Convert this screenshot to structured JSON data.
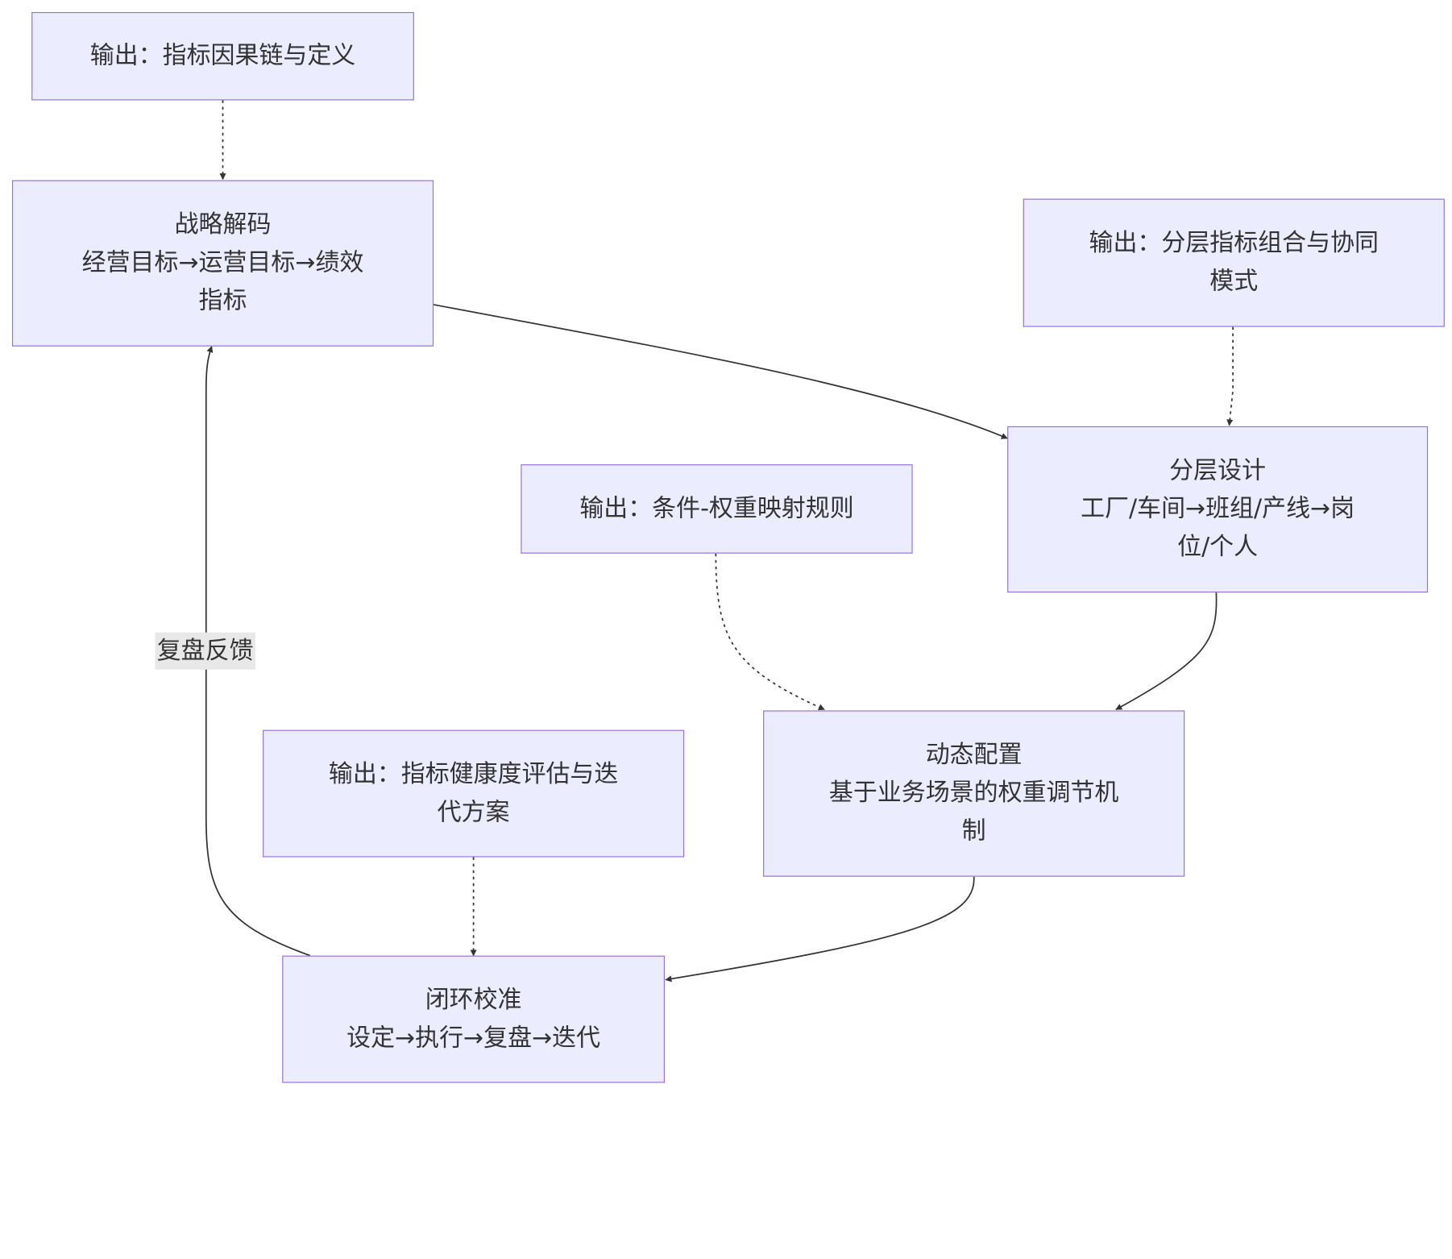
{
  "nodes": {
    "strategy_output": {
      "lines": [
        "输出：指标因果链与定义"
      ]
    },
    "strategy": {
      "lines": [
        "战略解码",
        "经营目标→运营目标→绩效",
        "指标"
      ]
    },
    "layer_output": {
      "lines": [
        "输出：分层指标组合与协同",
        "模式"
      ]
    },
    "layer": {
      "lines": [
        "分层设计",
        "工厂/车间→班组/产线→岗",
        "位/个人"
      ]
    },
    "dynamic_output": {
      "lines": [
        "输出：条件-权重映射规则"
      ]
    },
    "dynamic": {
      "lines": [
        "动态配置",
        "基于业务场景的权重调节机",
        "制"
      ]
    },
    "closed_output": {
      "lines": [
        "输出：指标健康度评估与迭",
        "代方案"
      ]
    },
    "closed": {
      "lines": [
        "闭环校准",
        "设定→执行→复盘→迭代"
      ]
    }
  },
  "edges": {
    "feedback_label": "复盘反馈"
  },
  "colors": {
    "node_fill": "#ececff",
    "node_border": "#9370db",
    "text": "#333333",
    "edge": "#333333",
    "label_bg": "#e8e8e8"
  }
}
